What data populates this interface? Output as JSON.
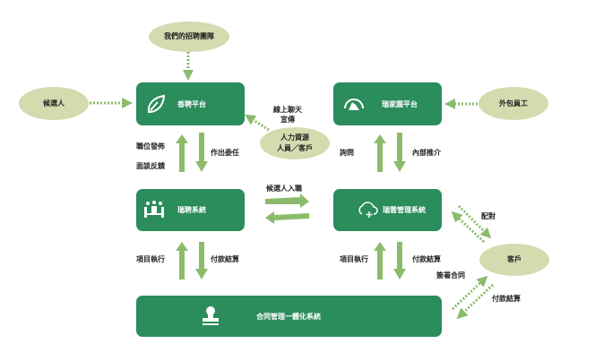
{
  "nodes": {
    "team": "我們的招聘團隊",
    "candidate": "候選人",
    "outsourced": "外包員工",
    "hr": [
      "人力資源",
      "人員／客戶"
    ],
    "client": "客戶",
    "xiangpin": "香聘平台",
    "ruijiayuan": "瑞家園平台",
    "ruipin": "瑞聘系統",
    "ruiyun": "瑞雲管理系統",
    "contract": "合同管理一體化系統"
  },
  "labels": {
    "online_chat": [
      "線上聊天",
      "宣傳"
    ],
    "job_posting": "職位發佈",
    "interview_feedback": "面談反饋",
    "entrust": "作出委任",
    "inquiry": "詢問",
    "internal_referral": "內部推介",
    "candidate_onboard": "候選人入職",
    "matching": "配對",
    "project_exec_left": "項目執行",
    "payment_left": "付款結算",
    "project_exec_right": "項目執行",
    "payment_right": "付款結算",
    "sign_contract": "簽署合同",
    "payment_client": "付款結算"
  },
  "colors": {
    "box": "#2b8c5c",
    "ellipse": "#d3dbaf",
    "arrow": "#8cbb6c"
  }
}
